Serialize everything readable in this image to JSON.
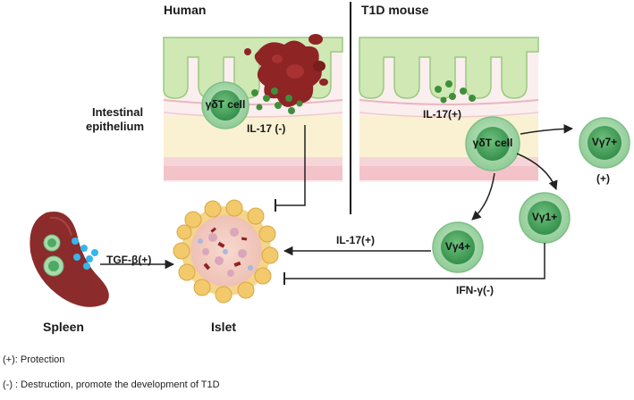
{
  "panels": {
    "human": "Human",
    "mouse": "T1D mouse"
  },
  "labels": {
    "intestinal_line1": "Intestinal",
    "intestinal_line2": "epithelium",
    "human_cell": "γδT cell",
    "mouse_cell": "γδT cell",
    "human_il17": "IL-17 (-)",
    "mouse_il17": "IL-17(+)",
    "vg7": "Vγ7+",
    "vg7_effect": "(+)",
    "vg1": "Vγ1+",
    "vg4": "Vγ4+",
    "vg4_arrow": "IL-17(+)",
    "vg1_arrow": "IFN-γ(-)",
    "tgf": "TGF-β(+)",
    "spleen": "Spleen",
    "islet": "Islet"
  },
  "legend": {
    "protection": "(+): Protection",
    "destruction": "(-) : Destruction, promote the development of T1D"
  },
  "colors": {
    "villus_green": "#cfe8b4",
    "villus_stroke": "#9bc981",
    "epithelium_pink": "#f6d7d5",
    "lamina_cream": "#faf1d2",
    "cell_outer": "#a9d9ad",
    "cell_inner": "#4ea964",
    "blood_red": "#8e2424",
    "granule_green": "#3f8f3a",
    "spleen_red": "#8b2b2b",
    "tgf_blue": "#35b6ec",
    "islet_yellow": "#f2c96b"
  }
}
